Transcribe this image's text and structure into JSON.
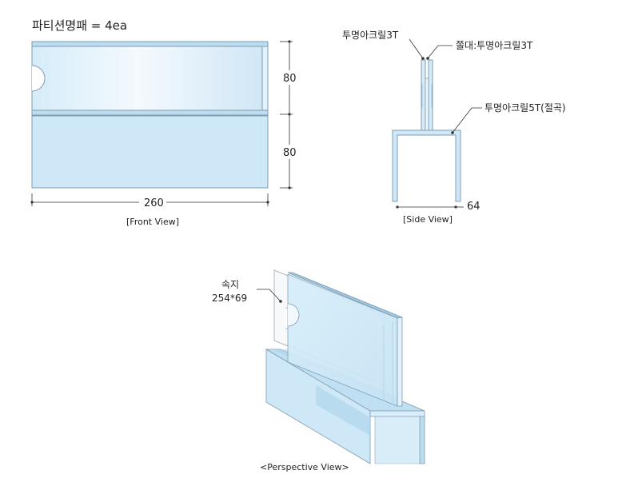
{
  "title": "파티션명패 = 4ea",
  "front_view": {
    "caption": "[Front View]",
    "dim_height_top": "80",
    "dim_height_bottom": "80",
    "dim_width": "260"
  },
  "side_view": {
    "caption": "[Side View]",
    "label_outer_acrylic": "투명아크릴3T",
    "label_stand": "쫄대:투명아크릴3T",
    "label_bent_acrylic": "투명아크릴5T(절곡)",
    "dim_width": "64"
  },
  "perspective_view": {
    "caption": "<Perspective View>",
    "paper_label": "속지",
    "paper_size": "254*69"
  },
  "colors": {
    "acrylic_fill": "#cfe8f7",
    "acrylic_light": "#e9f5fc",
    "acrylic_dark": "#9fc9e3",
    "outline": "#7e9bb0",
    "dim_line": "#333333"
  }
}
